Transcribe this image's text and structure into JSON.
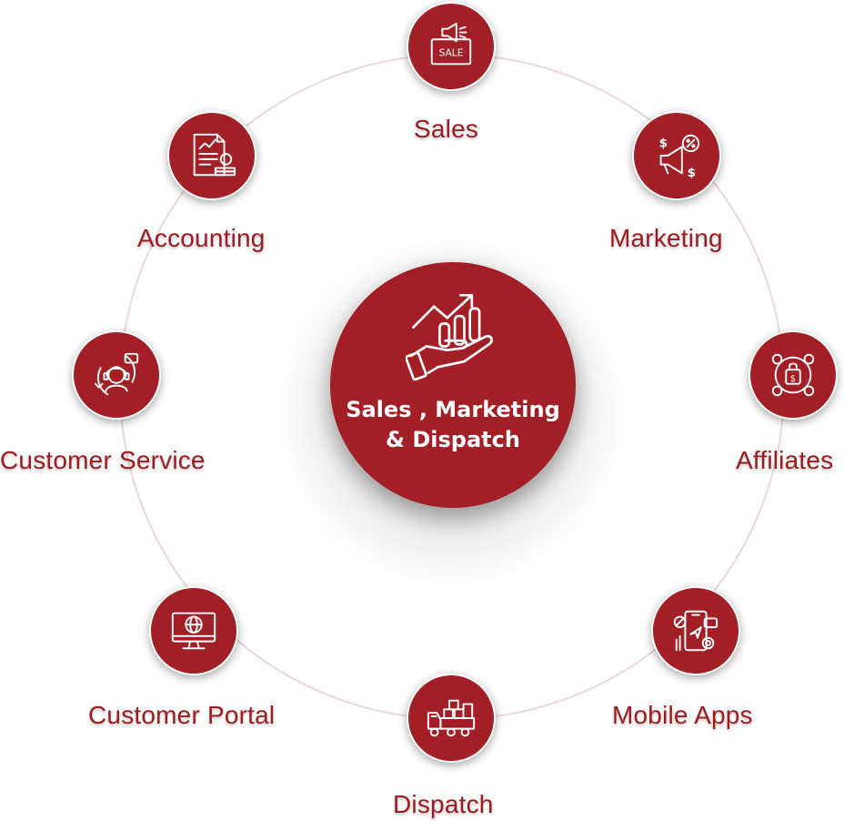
{
  "center": {
    "line1": "Sales , Marketing",
    "line2": "& Dispatch",
    "icon": "growth-hand-icon"
  },
  "nodes": [
    {
      "label": "Sales",
      "icon": "sale-megaphone-icon",
      "badge": "SALE"
    },
    {
      "label": "Marketing",
      "icon": "marketing-megaphone-icon"
    },
    {
      "label": "Affiliates",
      "icon": "affiliate-network-icon"
    },
    {
      "label": "Mobile Apps",
      "icon": "mobile-app-icon"
    },
    {
      "label": "Dispatch",
      "icon": "delivery-truck-icon"
    },
    {
      "label": "Customer Portal",
      "icon": "web-portal-icon"
    },
    {
      "label": "Customer Service",
      "icon": "support-agent-icon"
    },
    {
      "label": "Accounting",
      "icon": "accounting-document-icon"
    }
  ],
  "colors": {
    "primary": "#a21f25",
    "label": "#9c1c22",
    "ring": "#ead7d8"
  }
}
